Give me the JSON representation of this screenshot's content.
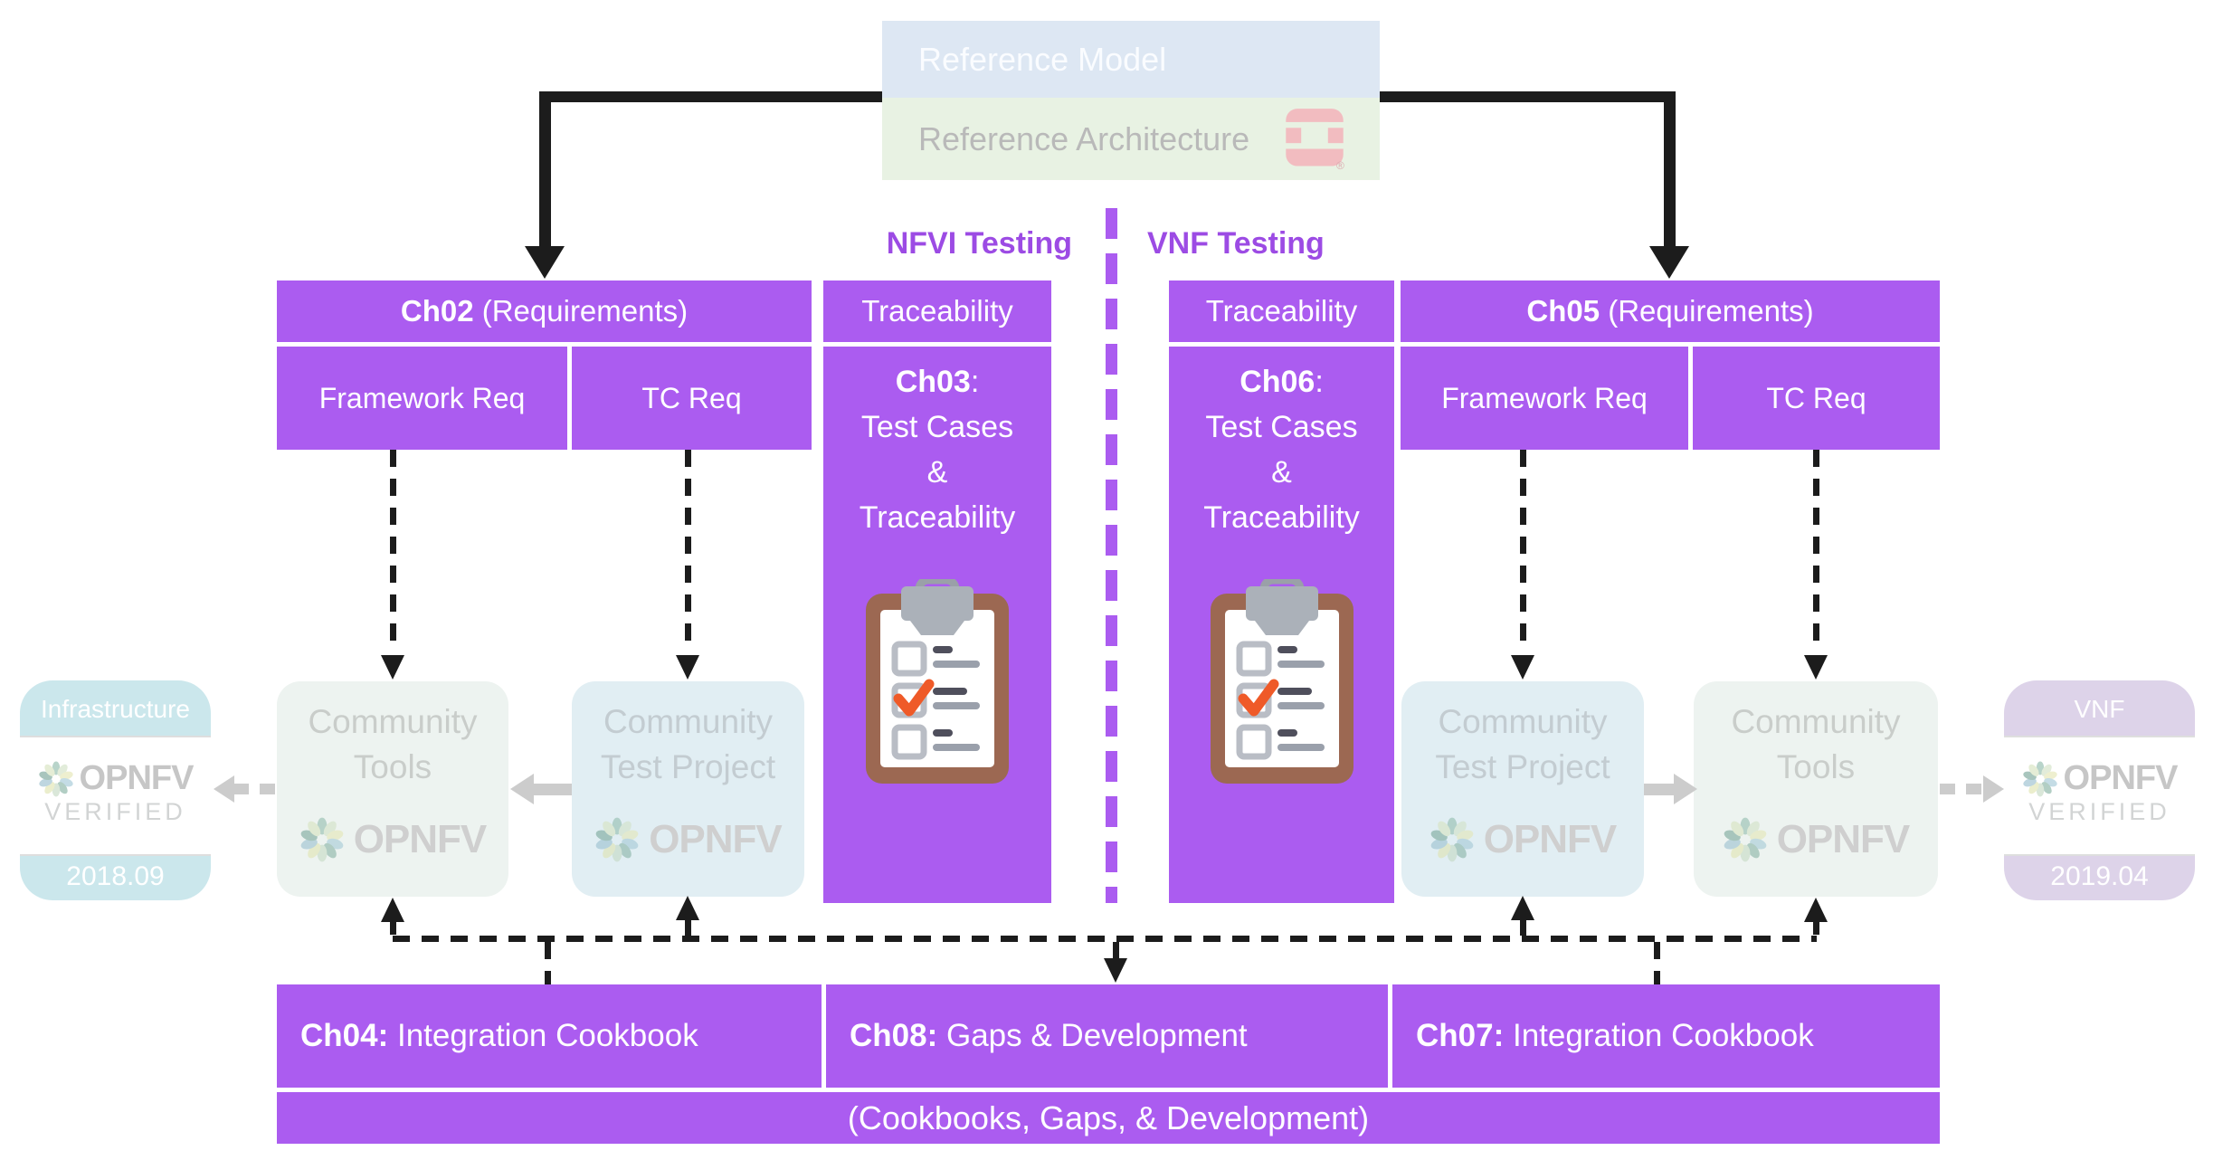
{
  "palette": {
    "purple": "#ab5cf0",
    "purple_text": "#9c4be4",
    "arrow_black": "#1c1c1c",
    "arrow_gray": "#cccccc",
    "ref_model_bg": "#dde7f3",
    "ref_arch_bg": "#e8f2e3",
    "badge_blue": "#cbe7ec",
    "badge_purple": "#ddd3e9",
    "tools_bg": "#edf3f0",
    "test_project_bg": "#e1eef3",
    "clipboard_brown": "#9c6852",
    "check_orange": "#ef5a28"
  },
  "top_box": {
    "model_label": "Reference Model",
    "architecture_label": "Reference Architecture",
    "openstack_mark": "®"
  },
  "lanes": {
    "nfvi": "NFVI Testing",
    "vnf": "VNF Testing"
  },
  "left": {
    "requirements": {
      "chapter": "Ch02",
      "suffix": " (Requirements)",
      "framework": "Framework Req",
      "tc": "TC Req"
    },
    "traceability": {
      "header": "Traceability",
      "chapter": "Ch03",
      "colon": ":",
      "line1": "Test Cases",
      "line2": "&",
      "line3": "Traceability"
    },
    "tools": {
      "line1": "Community",
      "line2": "Tools",
      "logo": "OPNFV"
    },
    "test_project": {
      "line1": "Community",
      "line2": "Test Project",
      "logo": "OPNFV"
    },
    "badge": {
      "title": "Infrastructure",
      "logo": "OPNFV",
      "verified": "VERIFIED",
      "release": "2018.09"
    }
  },
  "right": {
    "requirements": {
      "chapter": "Ch05",
      "suffix": " (Requirements)",
      "framework": "Framework Req",
      "tc": "TC Req"
    },
    "traceability": {
      "header": "Traceability",
      "chapter": "Ch06",
      "colon": ":",
      "line1": "Test Cases",
      "line2": "&",
      "line3": "Traceability"
    },
    "tools": {
      "line1": "Community",
      "line2": "Tools",
      "logo": "OPNFV"
    },
    "test_project": {
      "line1": "Community",
      "line2": "Test Project",
      "logo": "OPNFV"
    },
    "badge": {
      "title": "VNF",
      "logo": "OPNFV",
      "verified": "VERIFIED",
      "release": "2019.04"
    }
  },
  "bottom": {
    "cells": [
      {
        "chapter": "Ch04:",
        "label": " Integration Cookbook"
      },
      {
        "chapter": "Ch08:",
        "label": " Gaps & Development"
      },
      {
        "chapter": "Ch07:",
        "label": " Integration Cookbook"
      }
    ],
    "footer": "(Cookbooks, Gaps, & Development)"
  }
}
